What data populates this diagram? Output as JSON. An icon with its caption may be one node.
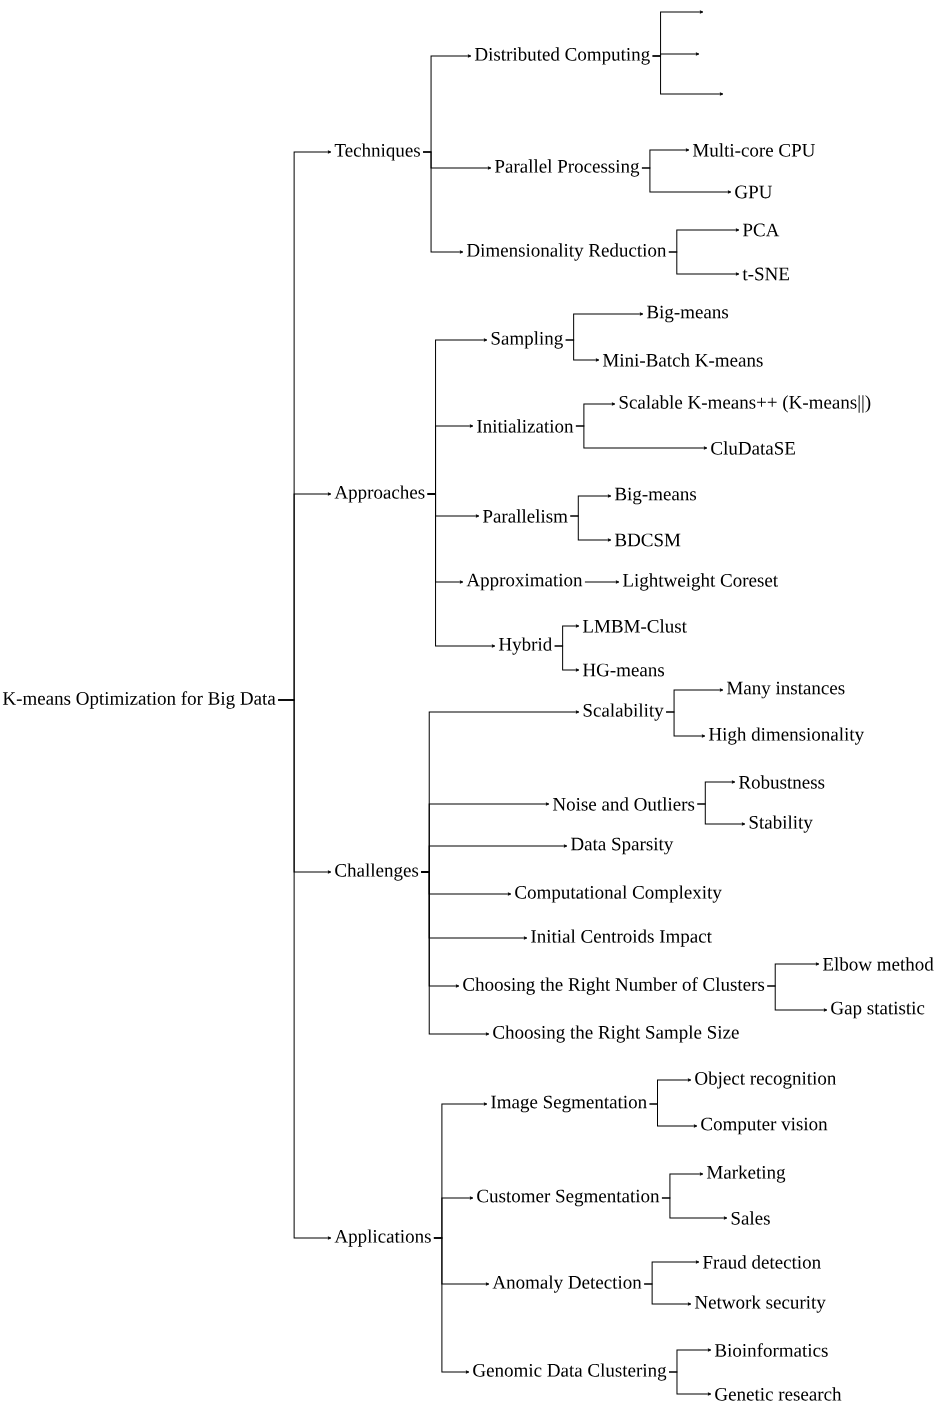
{
  "diagram": {
    "nodes": [
      {
        "text": [
          "K-means Optimization for Big Data"
        ]
      },
      {
        "text": [
          "Techniques"
        ]
      },
      {
        "text": [
          "Distributed Computing"
        ]
      },
      {
        "text": [
          "Parallel Processing"
        ]
      },
      {
        "text": [
          "Multi-core CPU"
        ]
      },
      {
        "text": [
          "GPU"
        ]
      },
      {
        "text": [
          "Dimensionality Reduction"
        ]
      },
      {
        "text": [
          "PCA"
        ]
      },
      {
        "text": [
          "t-SNE"
        ]
      },
      {
        "text": [
          "Approaches"
        ]
      },
      {
        "text": [
          "Sampling"
        ]
      },
      {
        "text": [
          "Big-means"
        ]
      },
      {
        "text": [
          "Mini-Batch K-means"
        ]
      },
      {
        "text": [
          "Initialization"
        ]
      },
      {
        "text": [
          "Scalable K-means++ (K-means||)"
        ]
      },
      {
        "text": [
          "CluDataSE"
        ]
      },
      {
        "text": [
          "Parallelism"
        ]
      },
      {
        "text": [
          "Big-means"
        ]
      },
      {
        "text": [
          "BDCSM"
        ]
      },
      {
        "text": [
          "Approximation"
        ]
      },
      {
        "text": [
          "Lightweight Coreset"
        ]
      },
      {
        "text": [
          "Hybrid"
        ]
      },
      {
        "text": [
          "LMBM-Clust"
        ]
      },
      {
        "text": [
          "HG-means"
        ]
      },
      {
        "text": [
          "Challenges"
        ]
      },
      {
        "text": [
          "Scalability"
        ]
      },
      {
        "text": [
          "Many instances"
        ]
      },
      {
        "text": [
          "High dimensionality"
        ]
      },
      {
        "text": [
          "Noise and Outliers"
        ]
      },
      {
        "text": [
          "Robustness"
        ]
      },
      {
        "text": [
          "Stability"
        ]
      },
      {
        "text": [
          "Data Sparsity"
        ]
      },
      {
        "text": [
          "Computational Complexity"
        ]
      },
      {
        "text": [
          "Initial Centroids Impact"
        ]
      },
      {
        "text": [
          "Choosing the Right Number of Clusters"
        ]
      },
      {
        "text": [
          "Elbow method"
        ]
      },
      {
        "text": [
          "Gap statistic"
        ]
      },
      {
        "text": [
          "Choosing the Right Sample Size"
        ]
      },
      {
        "text": [
          "Applications"
        ]
      },
      {
        "text": [
          "Image Segmentation"
        ]
      },
      {
        "text": [
          "Object recognition"
        ]
      },
      {
        "text": [
          "Computer vision"
        ]
      },
      {
        "text": [
          "Customer Segmentation"
        ]
      },
      {
        "text": [
          "Marketing"
        ]
      },
      {
        "text": [
          "Sales"
        ]
      },
      {
        "text": [
          "Anomaly Detection"
        ]
      },
      {
        "text": [
          "Fraud detection"
        ]
      },
      {
        "text": [
          "Network security"
        ]
      },
      {
        "text": [
          "Genomic Data Clustering"
        ]
      },
      {
        "text": [
          "Bioinformatics"
        ]
      },
      {
        "text": [
          "Genetic research"
        ]
      }
    ],
    "edges": [
      {
        "from": 0,
        "to": 1,
        "arrow": "to"
      },
      {
        "from": 0,
        "to": 9,
        "arrow": "to"
      },
      {
        "from": 0,
        "to": 24,
        "arrow": "to"
      },
      {
        "from": 0,
        "to": 38,
        "arrow": "to"
      },
      {
        "from": 2,
        "to": null,
        "arrow": "to"
      },
      {
        "from": 2,
        "to": null,
        "arrow": "to"
      },
      {
        "from": 2,
        "to": null,
        "arrow": "to"
      },
      {
        "from": 1,
        "to": 2,
        "arrow": "to"
      },
      {
        "from": 1,
        "to": 3,
        "arrow": "to"
      },
      {
        "from": 3,
        "to": 4,
        "arrow": "to"
      },
      {
        "from": 3,
        "to": 5,
        "arrow": "to"
      },
      {
        "from": 1,
        "to": 6,
        "arrow": "to"
      },
      {
        "from": 6,
        "to": 7,
        "arrow": "to"
      },
      {
        "from": 6,
        "to": 8,
        "arrow": "to"
      },
      {
        "from": 9,
        "to": 10,
        "arrow": "to"
      },
      {
        "from": 10,
        "to": 11,
        "arrow": "to"
      },
      {
        "from": 10,
        "to": 12,
        "arrow": "to"
      },
      {
        "from": 9,
        "to": 13,
        "arrow": "to"
      },
      {
        "from": 13,
        "to": 14,
        "arrow": "to"
      },
      {
        "from": 13,
        "to": 15,
        "arrow": "to"
      },
      {
        "from": 9,
        "to": 16,
        "arrow": "to"
      },
      {
        "from": 16,
        "to": 17,
        "arrow": "to"
      },
      {
        "from": 16,
        "to": 18,
        "arrow": "to"
      },
      {
        "from": 9,
        "to": 19,
        "arrow": "to"
      },
      {
        "from": 19,
        "to": 20,
        "arrow": "to"
      },
      {
        "from": 9,
        "to": 21,
        "arrow": "to"
      },
      {
        "from": 21,
        "to": 22,
        "arrow": "to"
      },
      {
        "from": 21,
        "to": 23,
        "arrow": "to"
      },
      {
        "from": 24,
        "to": 25,
        "arrow": "to"
      },
      {
        "from": 25,
        "to": 26,
        "arrow": "to"
      },
      {
        "from": 25,
        "to": 27,
        "arrow": "to"
      },
      {
        "from": 24,
        "to": 28,
        "arrow": "to"
      },
      {
        "from": 28,
        "to": 29,
        "arrow": "to"
      },
      {
        "from": 28,
        "to": 30,
        "arrow": "to"
      },
      {
        "from": 24,
        "to": 31,
        "arrow": "to"
      },
      {
        "from": 24,
        "to": 32,
        "arrow": "to"
      },
      {
        "from": 24,
        "to": 33,
        "arrow": "to"
      },
      {
        "from": 24,
        "to": 34,
        "arrow": "to"
      },
      {
        "from": 34,
        "to": 35,
        "arrow": "to"
      },
      {
        "from": 34,
        "to": 36,
        "arrow": "to"
      },
      {
        "from": 24,
        "to": 37,
        "arrow": "to"
      },
      {
        "from": 38,
        "to": 39,
        "arrow": "to"
      },
      {
        "from": 39,
        "to": 40,
        "arrow": "to"
      },
      {
        "from": 39,
        "to": 41,
        "arrow": "to"
      },
      {
        "from": 38,
        "to": 42,
        "arrow": "to"
      },
      {
        "from": 42,
        "to": 43,
        "arrow": "to"
      },
      {
        "from": 42,
        "to": 44,
        "arrow": "to"
      },
      {
        "from": 38,
        "to": 45,
        "arrow": "to"
      },
      {
        "from": 45,
        "to": 46,
        "arrow": "to"
      },
      {
        "from": 45,
        "to": 47,
        "arrow": "to"
      },
      {
        "from": 38,
        "to": 48,
        "arrow": "to"
      },
      {
        "from": 48,
        "to": 49,
        "arrow": "to"
      },
      {
        "from": 48,
        "to": 50,
        "arrow": "to"
      }
    ]
  }
}
